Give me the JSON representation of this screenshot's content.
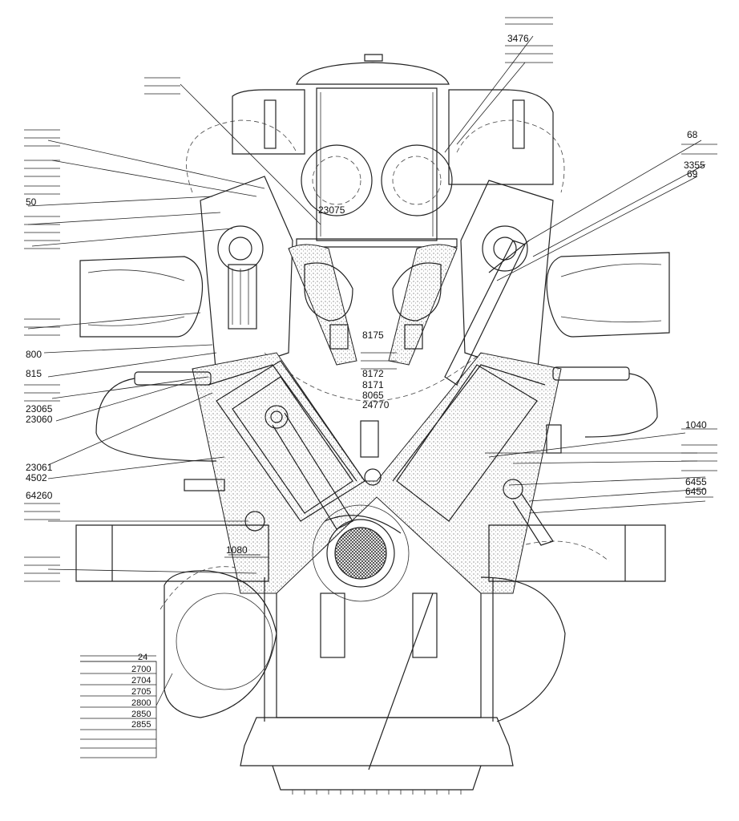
{
  "labels": {
    "l3476": "3476",
    "l68": "68",
    "l3355": "3355",
    "l69": "69",
    "l23075": "23075",
    "l50": "50",
    "l800": "800",
    "l815": "815",
    "l23065": "23065",
    "l23060": "23060",
    "l8175": "8175",
    "l8172": "8172",
    "l8171": "8171",
    "l8065": "8065",
    "l24770": "24770",
    "l1040": "1040",
    "l23061": "23061",
    "l4502": "4502",
    "l64260": "64260",
    "l6455": "6455",
    "l6450": "6450",
    "l1080": "1080"
  },
  "table_values": [
    "24",
    "2700",
    "2704",
    "2705",
    "2800",
    "2850",
    "2855"
  ]
}
